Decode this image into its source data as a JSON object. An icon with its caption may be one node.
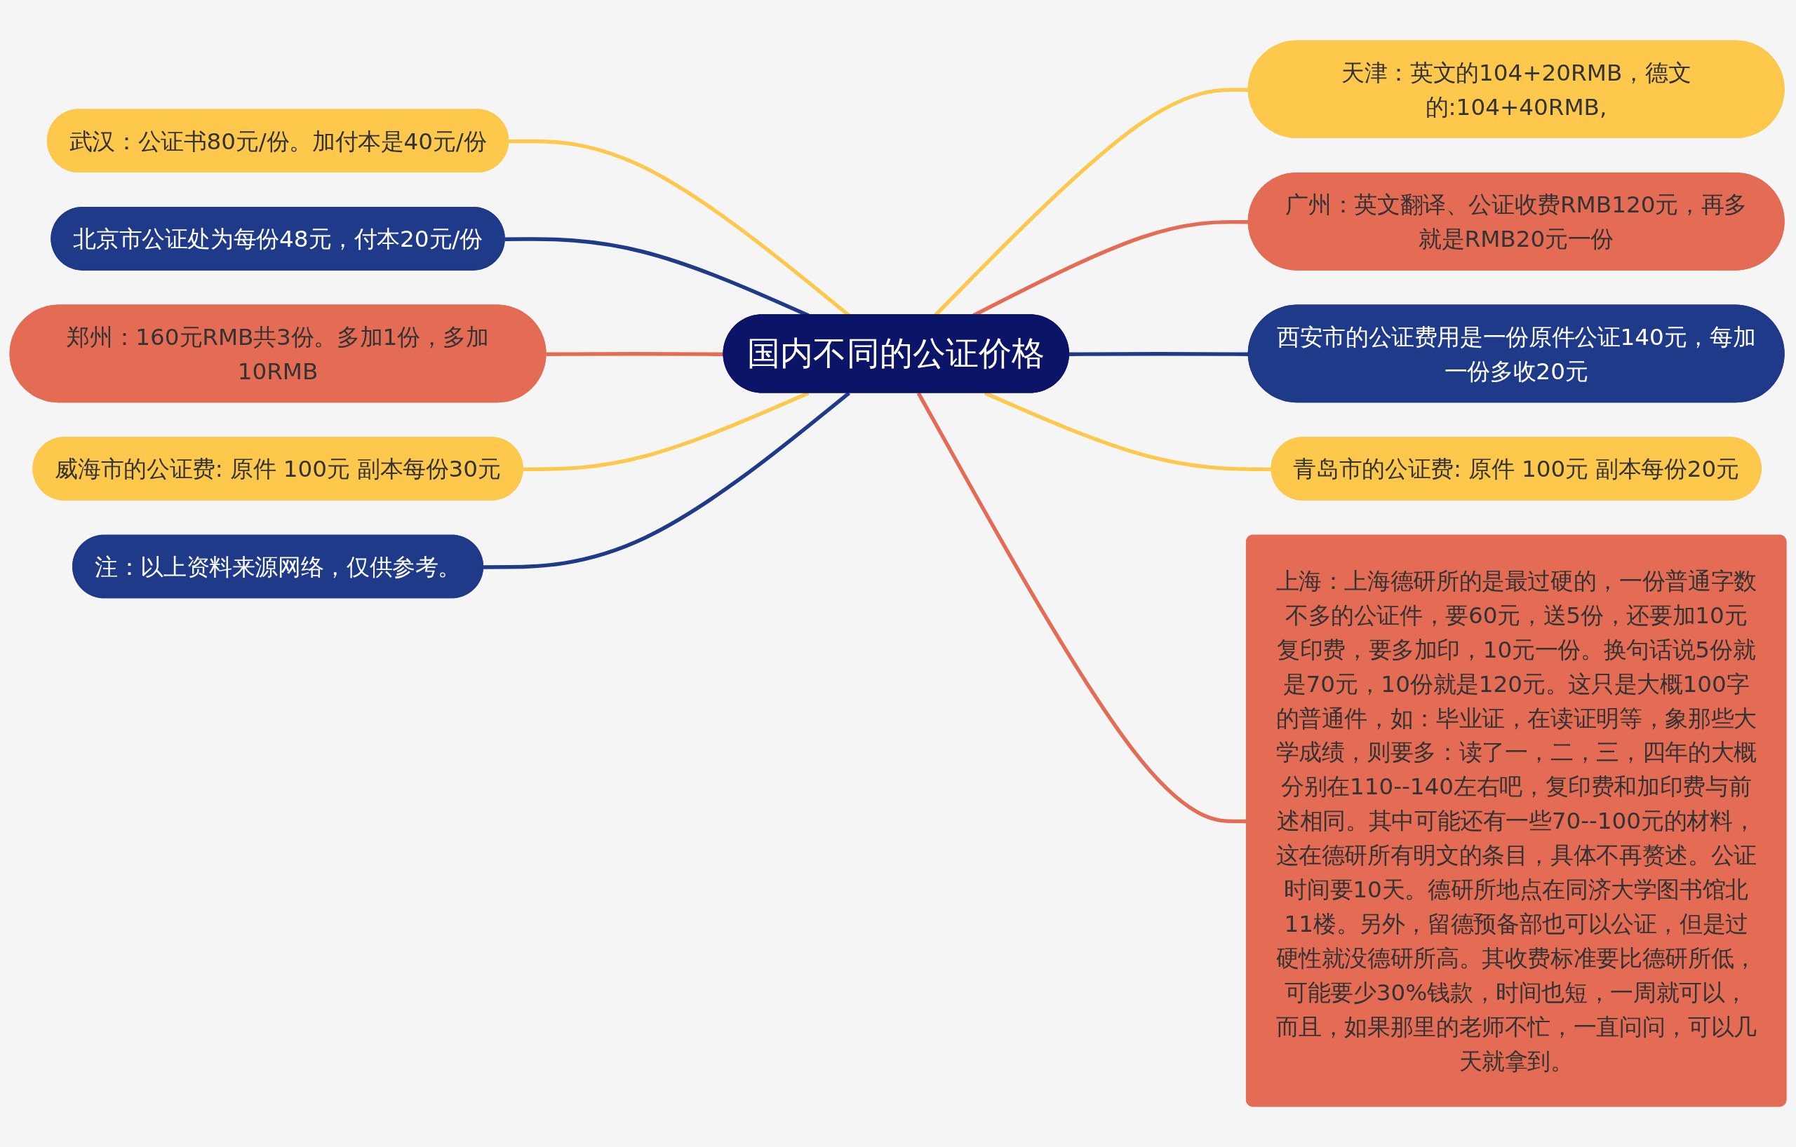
{
  "diagram": {
    "nodes": [
      {
        "text": [
          "国内不同的公证价格"
        ]
      },
      {
        "text": [
          "天津：英文的104+20RMB，德文的:104+40RMB,"
        ]
      },
      {
        "text": [
          "广州：英文翻译、公证收费RMB120元，再多就是RMB20元一份"
        ]
      },
      {
        "text": [
          "西安市的公证费用是一份原件公证140元，每加一份多收20元"
        ]
      },
      {
        "text": [
          "青岛市的公证费: 原件 100元 副本每份20元"
        ]
      },
      {
        "text": [
          "上海：上海德研所的是最过硬的，一份普通字数不多的公证件，要60元，送5份，还要加10元复印费，要多加印，10元一份。换句话说5份就是70元，10份就是120元。这只是大概100字的普通件，如：毕业证，在读证明等，象那些大学成绩，则要多：读了一，二，三，四年的大概分别在110--140左右吧，复印费和加印费与前述相同。其中可能还有一些70--100元的材料，这在德研所有明文的条目，具体不再赘述。公证时间要10天。德研所地点在同济大学图书馆北11楼。另外，留德预备部也可以公证，但是过硬性就没德研所高。其收费标准要比德研所低，可能要少30%钱款，时间也短，一周就可以，而且，如果那里的老师不忙，一直问问，可以几天就拿到。"
        ]
      },
      {
        "text": [
          "武汉：公证书80元/份。加付本是40元/份"
        ]
      },
      {
        "text": [
          "北京市公证处为每份48元，付本20元/份"
        ]
      },
      {
        "text": [
          "郑州：160元RMB共3份。多加1份，多加10RMB"
        ]
      },
      {
        "text": [
          "威海市的公证费: 原件 100元 副本每份30元"
        ]
      },
      {
        "text": [
          "注：以上资料来源网络，仅供参考。"
        ]
      }
    ],
    "edges": [
      {
        "from": 0,
        "to": 1,
        "arrow": "none",
        "color": "#fec84d"
      },
      {
        "from": 0,
        "to": 2,
        "arrow": "none",
        "color": "#e46c55"
      },
      {
        "from": 0,
        "to": 3,
        "arrow": "none",
        "color": "#1f3a88"
      },
      {
        "from": 0,
        "to": 4,
        "arrow": "none",
        "color": "#fec84d"
      },
      {
        "from": 0,
        "to": 5,
        "arrow": "none",
        "color": "#e46c55"
      },
      {
        "from": 6,
        "to": 0,
        "arrow": "none",
        "color": "#fec84d"
      },
      {
        "from": 7,
        "to": 0,
        "arrow": "none",
        "color": "#1f3a88"
      },
      {
        "from": 8,
        "to": 0,
        "arrow": "none",
        "color": "#e46c55"
      },
      {
        "from": 9,
        "to": 0,
        "arrow": "none",
        "color": "#fec84d"
      },
      {
        "from": 10,
        "to": 0,
        "arrow": "none",
        "color": "#1f3a88"
      }
    ]
  }
}
